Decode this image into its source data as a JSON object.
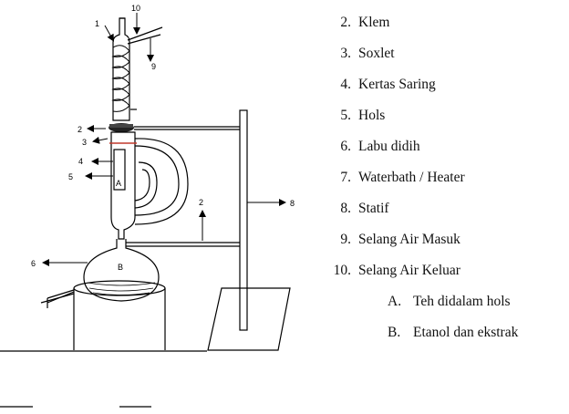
{
  "diagram": {
    "callouts": {
      "c1": "1",
      "c10": "10",
      "c9": "9",
      "c2_top": "2",
      "c3": "3",
      "c4": "4",
      "c5": "5",
      "c2_mid": "2",
      "c8": "8",
      "c6": "6",
      "labelA": "A",
      "labelB": "B"
    }
  },
  "legend": {
    "items": [
      {
        "num": "2.",
        "text": "Klem"
      },
      {
        "num": "3.",
        "text": "Soxlet"
      },
      {
        "num": "4.",
        "text": "Kertas Saring"
      },
      {
        "num": "5.",
        "text": "Hols"
      },
      {
        "num": "6.",
        "text": "Labu didih"
      },
      {
        "num": "7.",
        "text": "Waterbath / Heater"
      },
      {
        "num": "8.",
        "text": "Statif"
      },
      {
        "num": "9.",
        "text": "Selang Air Masuk"
      },
      {
        "num": "10.",
        "text": "Selang Air Keluar"
      }
    ],
    "sub_items": [
      {
        "num": "A.",
        "text": "Teh didalam hols"
      },
      {
        "num": "B.",
        "text": "Etanol dan ekstrak"
      }
    ]
  }
}
